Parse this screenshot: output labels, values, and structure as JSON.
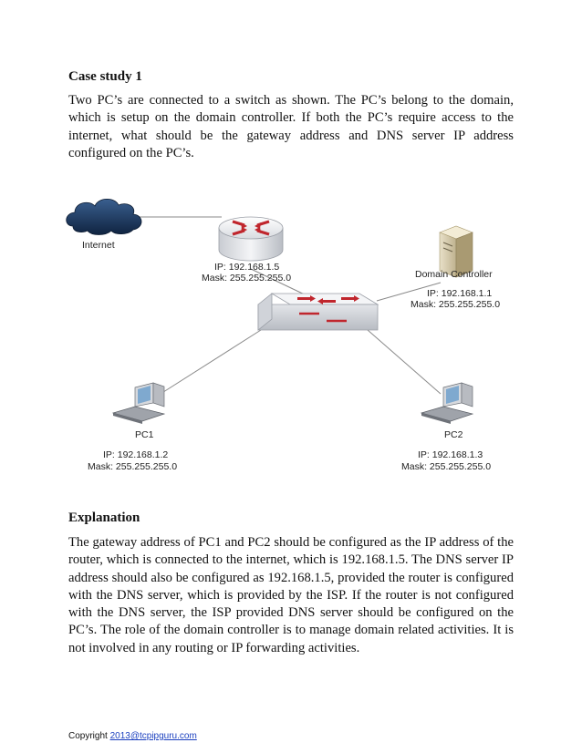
{
  "case_study": {
    "heading": "Case study 1",
    "text": "Two PC’s are connected to a switch as shown. The PC’s belong to the domain, which is setup on the domain controller. If both the PC’s require access to the internet, what should be the gateway address and DNS server IP address configured on the PC’s."
  },
  "diagram": {
    "internet_label": "Internet",
    "router": {
      "ip": "IP: 192.168.1.5",
      "mask": "Mask: 255.255.255.0"
    },
    "domain_controller": {
      "label": "Domain Controller",
      "ip": "IP: 192.168.1.1",
      "mask": "Mask: 255.255.255.0"
    },
    "pc1": {
      "label": "PC1",
      "ip": "IP: 192.168.1.2",
      "mask": "Mask: 255.255.255.0"
    },
    "pc2": {
      "label": "PC2",
      "ip": "IP: 192.168.1.3",
      "mask": "Mask: 255.255.255.0"
    },
    "colors": {
      "router_arrows": "#c0262d",
      "cloud": "#1e3d66",
      "link": "#8a8a8a"
    }
  },
  "explanation": {
    "heading": "Explanation",
    "text": "The gateway address of PC1 and PC2 should be configured as the IP address of the router, which is connected to the internet, which is 192.168.1.5. The DNS server IP address should also be configured as 192.168.1.5, provided the router is configured with the DNS server, which is provided by the ISP. If the router is not configured with the DNS server, the ISP provided DNS server should be configured on the PC’s. The role of the domain controller is to manage domain related activities. It is not involved in any routing or IP forwarding activities."
  },
  "footer": {
    "prefix": "Copyright ",
    "link_text": "2013@tcpipguru.com"
  }
}
